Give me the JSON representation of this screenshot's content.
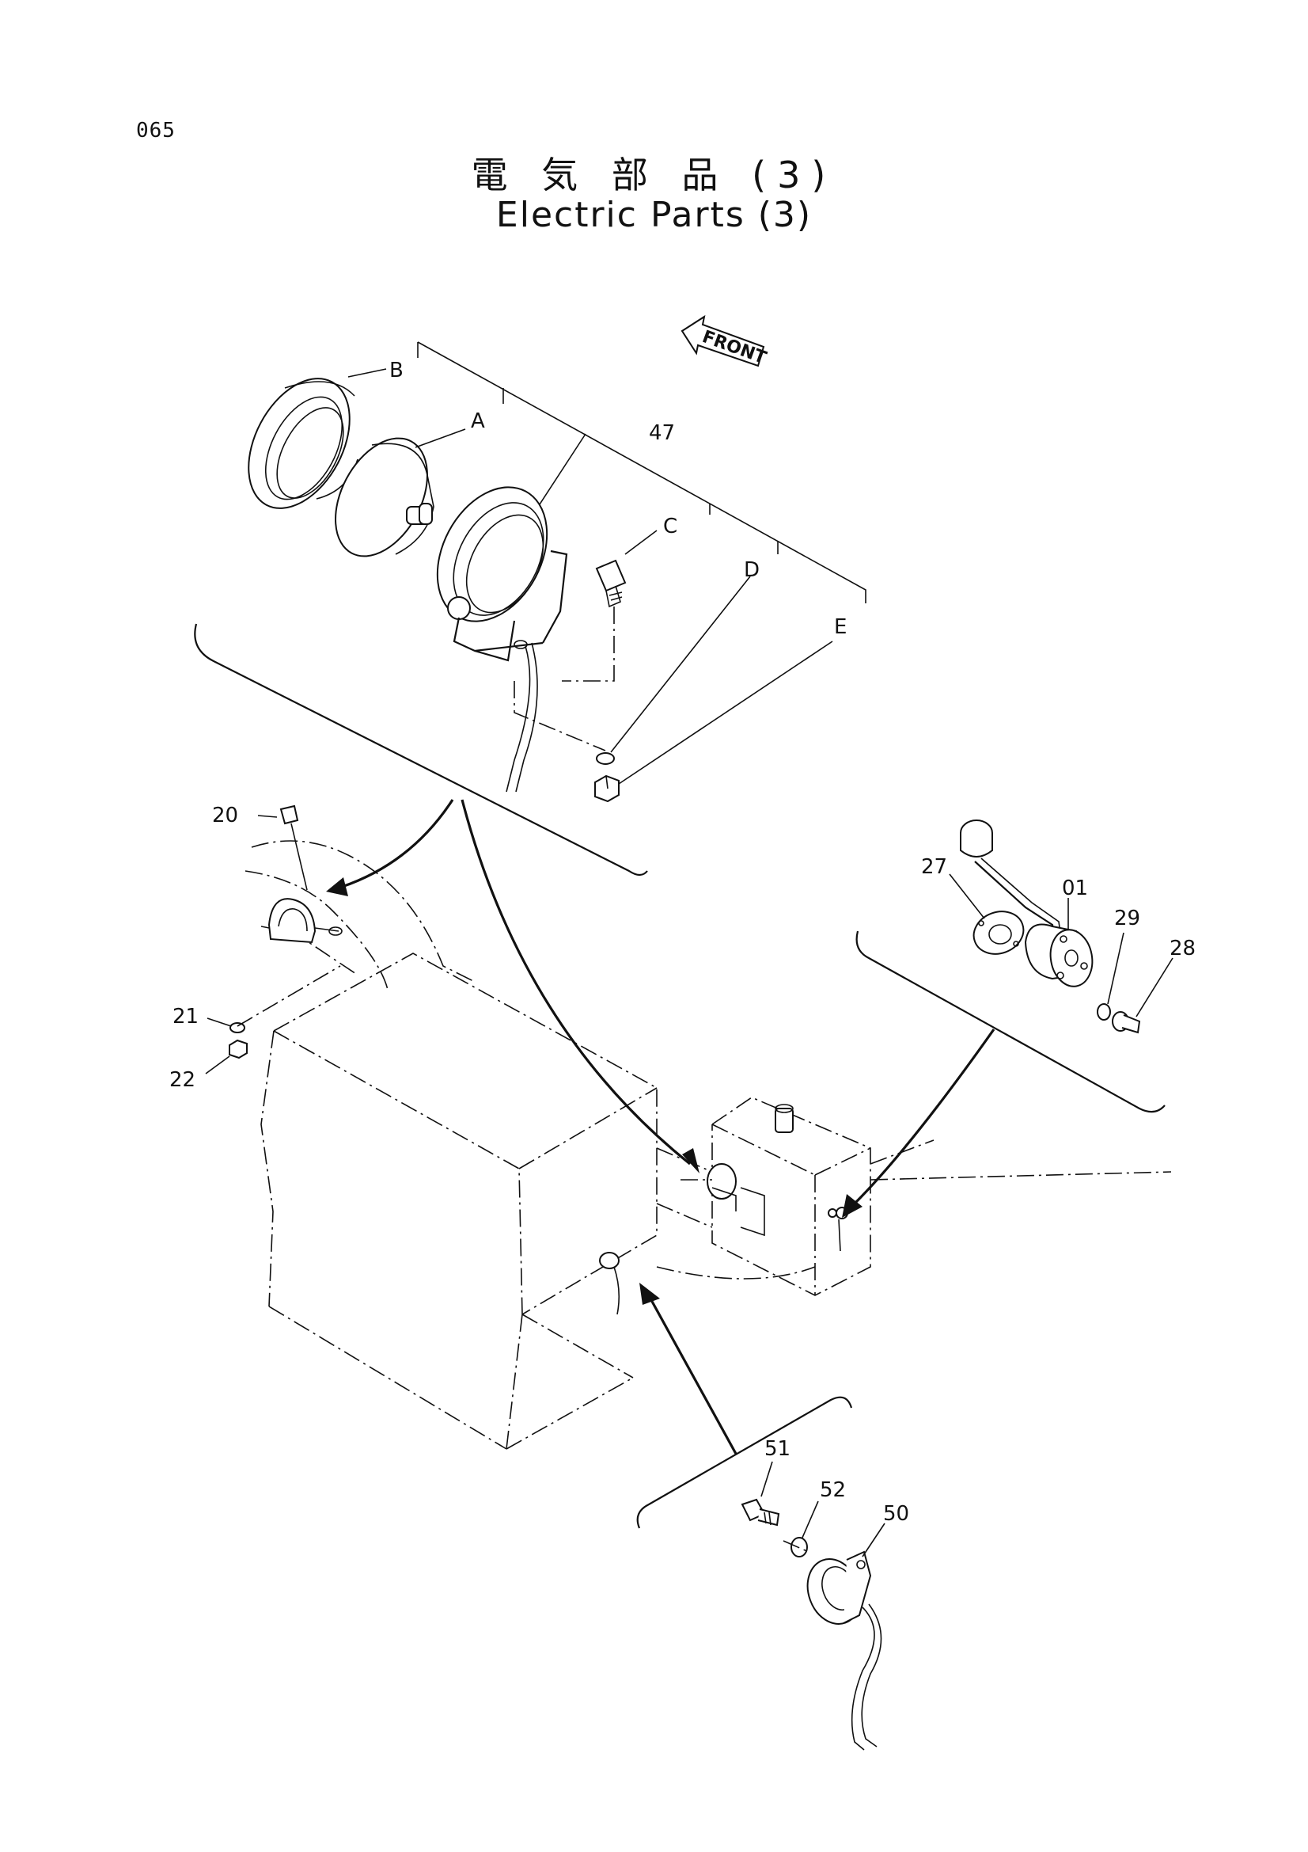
{
  "page_number": "065",
  "title_jp": "電 気 部 品 (3)",
  "title_en": "Electric Parts (3)",
  "front_marker": "FRONT",
  "labels": {
    "B": "B",
    "A": "A",
    "p47": "47",
    "C": "C",
    "D": "D",
    "E": "E",
    "p20": "20",
    "p21": "21",
    "p22": "22",
    "p27": "27",
    "p01": "01",
    "p29": "29",
    "p28": "28",
    "p51": "51",
    "p52": "52",
    "p50": "50"
  }
}
